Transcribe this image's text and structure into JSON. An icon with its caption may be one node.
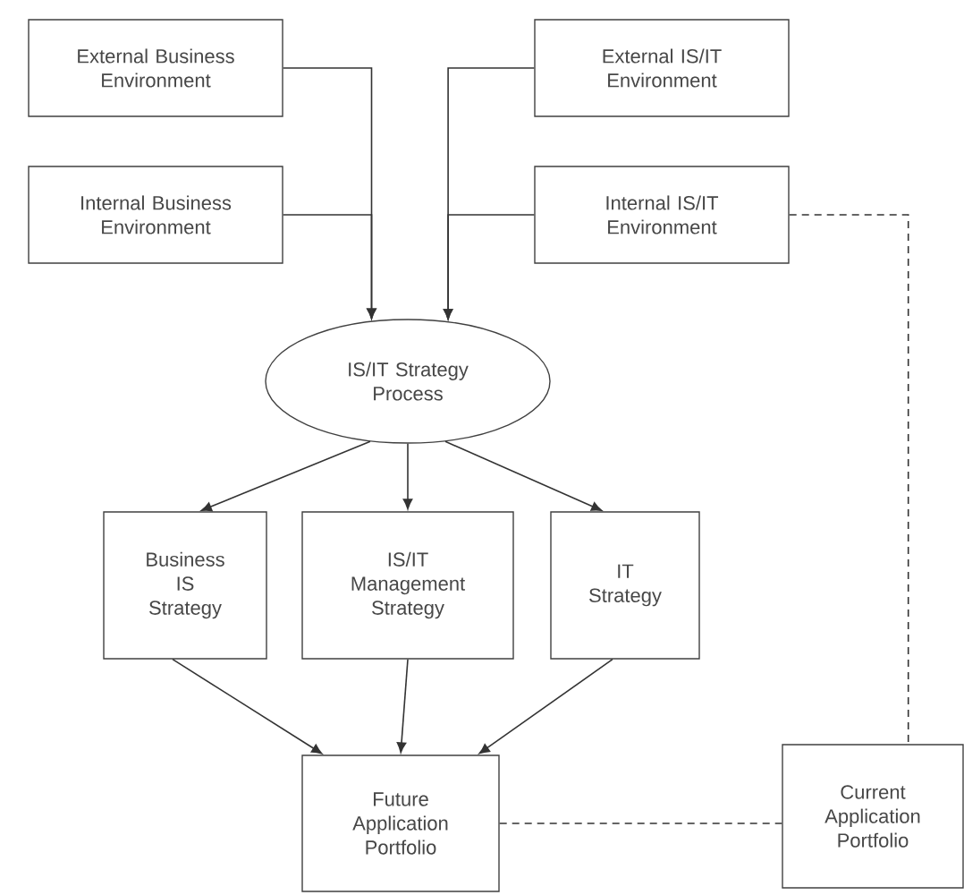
{
  "diagram": {
    "nodes": [
      {
        "text": [
          "External Business Environment"
        ]
      },
      {
        "text": [
          "Internal Business Environment"
        ]
      },
      {
        "text": [
          "External IS/IT Environment"
        ]
      },
      {
        "text": [
          "Internal IS/IT Environment"
        ]
      },
      {
        "text": [
          "IS/IT Strategy Process"
        ]
      },
      {
        "text": [
          "Business IS Strategy"
        ]
      },
      {
        "text": [
          "IS/IT Management Strategy"
        ]
      },
      {
        "text": [
          "IT Strategy"
        ]
      },
      {
        "text": [
          "Future Application Portfolio"
        ]
      },
      {
        "text": [
          "Current Application Portfolio"
        ]
      }
    ],
    "edges": [
      {
        "from": 0,
        "to": 4,
        "arrow": "to"
      },
      {
        "from": 1,
        "to": 4,
        "arrow": "to"
      },
      {
        "from": 2,
        "to": 4,
        "arrow": "to"
      },
      {
        "from": 3,
        "to": 4,
        "arrow": "to"
      },
      {
        "from": 3,
        "to": 9,
        "arrow": "none",
        "style": "dashed"
      },
      {
        "from": 4,
        "to": 5,
        "arrow": "to"
      },
      {
        "from": 4,
        "to": 6,
        "arrow": "to"
      },
      {
        "from": 4,
        "to": 7,
        "arrow": "to"
      },
      {
        "from": 5,
        "to": 8,
        "arrow": "to"
      },
      {
        "from": 6,
        "to": 8,
        "arrow": "to"
      },
      {
        "from": 7,
        "to": 8,
        "arrow": "to"
      },
      {
        "from": 8,
        "to": 9,
        "arrow": "none",
        "style": "dashed"
      }
    ]
  }
}
